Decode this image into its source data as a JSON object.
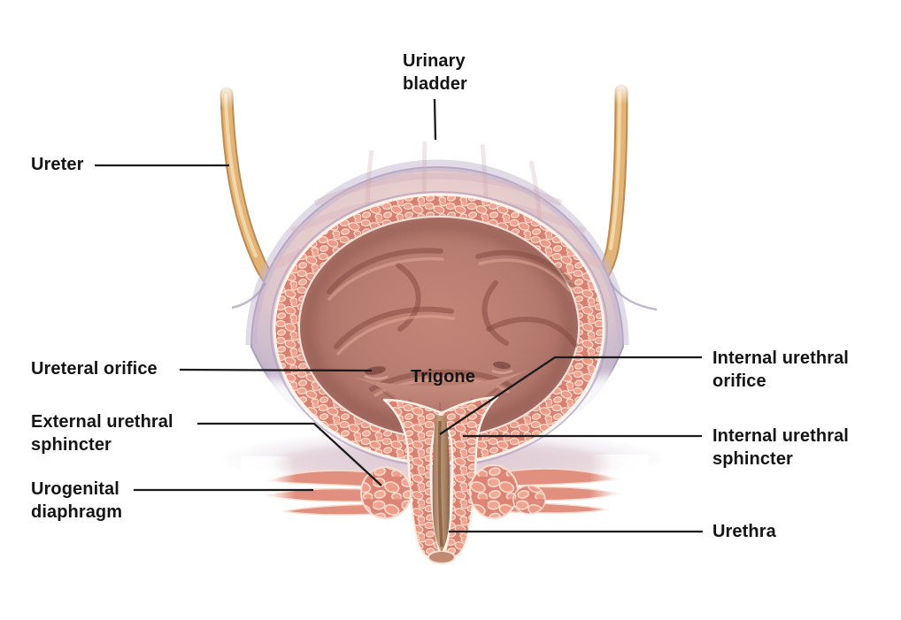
{
  "figure": {
    "type": "anatomical-diagram",
    "subject": "Frontal cut-away illustration of the urinary bladder, ureters and urethra",
    "background_color": "#ffffff",
    "label_text_color": "#141414",
    "leader_line_color": "#1b1b1b",
    "labels": {
      "urinary_bladder": "Urinary bladder",
      "ureter": "Ureter",
      "ureteral_orifice": "Ureteral orifice",
      "trigone": "Trigone",
      "internal_urethral_orifice": "Internal urethral orifice",
      "external_urethral_sphincter": "External urethral sphincter",
      "internal_urethral_sphincter": "Internal urethral sphincter",
      "urogenital_diaphragm": "Urogenital diaphragm",
      "urethra": "Urethra"
    },
    "palette": {
      "ureter_tube": "#e2b478",
      "ureter_edge": "#c08a4e",
      "ureter_highlight": "#f3d9ab",
      "serosa_lavender": "#c3b5d0",
      "bladder_outer_wall": "#e9cfcd",
      "muscle_wall": "#d98073",
      "muscle_wall_light": "#efa591",
      "wall_border_cream": "#fdf3ea",
      "cavity_mucosa": "#b87d71",
      "cavity_shadow": "#96594f",
      "trigone_surface": "#b67b6e",
      "urethra_lumen": "#b18a6a",
      "diaphragm_muscle": "#e18f7f"
    }
  }
}
